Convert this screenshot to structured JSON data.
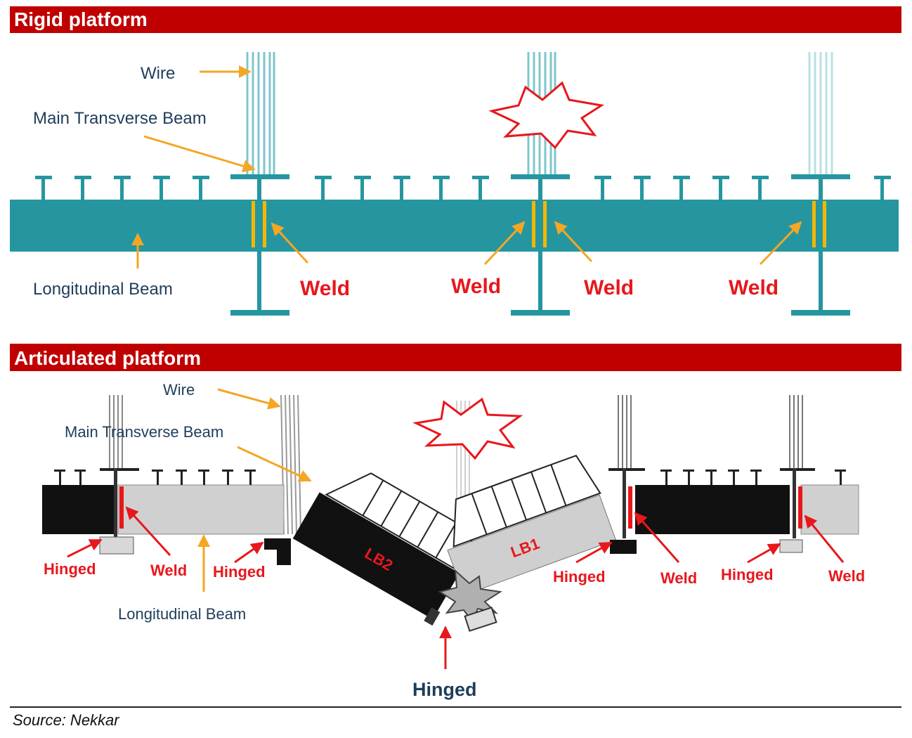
{
  "rigid": {
    "title": "Rigid platform",
    "labels": {
      "wire": "Wire",
      "main_transverse_beam": "Main Transverse Beam",
      "longitudinal_beam": "Longitudinal Beam",
      "weld_1": "Weld",
      "weld_2": "Weld",
      "weld_3": "Weld",
      "weld_4": "Weld"
    }
  },
  "articulated": {
    "title": "Articulated platform",
    "labels": {
      "wire": "Wire",
      "main_transverse_beam": "Main Transverse Beam",
      "longitudinal_beam": "Longitudinal Beam",
      "hinged_1": "Hinged",
      "weld_1": "Weld",
      "hinged_2": "Hinged",
      "lb2": "LB2",
      "lb1": "LB1",
      "hinged_3": "Hinged",
      "weld_2": "Weld",
      "hinged_4": "Hinged",
      "weld_3": "Weld",
      "hinged_center": "Hinged"
    }
  },
  "source": "Source: Nekkar",
  "colors": {
    "header_red": "#c00000",
    "beam_teal": "#2596a0",
    "weld_yellow": "#f2b800",
    "arrow_orange": "#f5a623",
    "label_red": "#e8171c",
    "label_navy": "#1f3d5a"
  }
}
